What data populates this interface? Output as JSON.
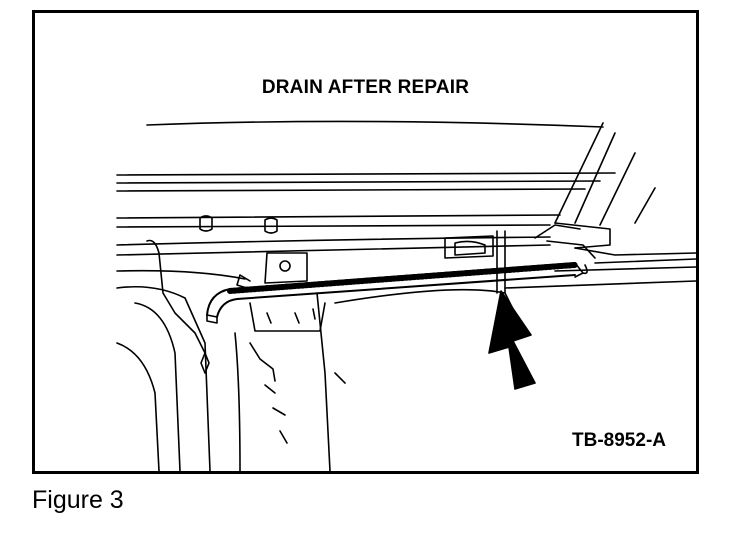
{
  "figure": {
    "title": "DRAIN AFTER REPAIR",
    "reference_code": "TB-8952-A",
    "caption": "Figure 3"
  },
  "colors": {
    "ink": "#000000",
    "paper": "#ffffff"
  }
}
